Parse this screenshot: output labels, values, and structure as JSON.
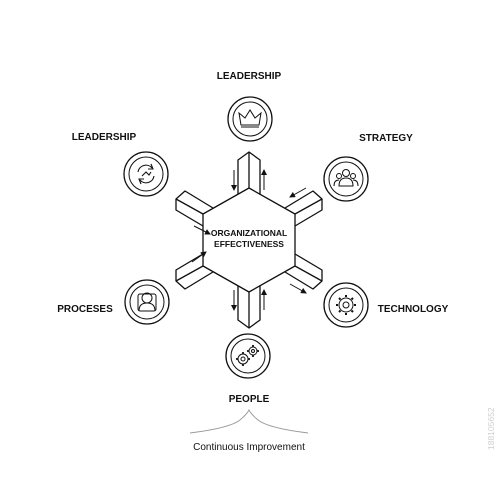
{
  "center": {
    "line1": "ORGANIZATIONAL",
    "line2": "EFFECTIVENESS"
  },
  "nodes": [
    {
      "label": "LEADERSHIP",
      "icon": "crown-icon"
    },
    {
      "label": "STRATEGY",
      "icon": "team-icon"
    },
    {
      "label": "TECHNOLOGY",
      "icon": "gear-icon"
    },
    {
      "label": "PEOPLE",
      "icon": "gears-icon"
    },
    {
      "label": "PROCESES",
      "icon": "person-icon"
    },
    {
      "label": "LEADERSHIP",
      "icon": "cycle-icon"
    }
  ],
  "footer": {
    "caption": "Continuous Improvement"
  },
  "watermark": {
    "id": "188105652"
  },
  "colors": {
    "line": "#111111",
    "watermark": "#cfcfcf"
  }
}
